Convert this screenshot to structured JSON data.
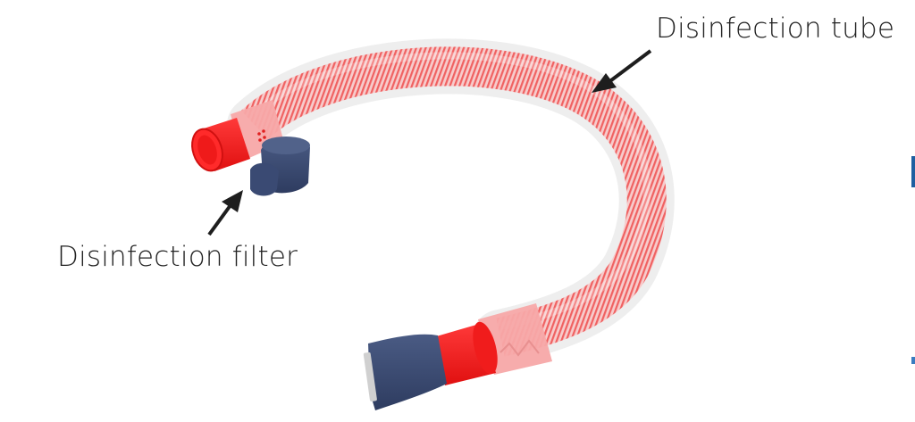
{
  "labels": {
    "tube": "Disinfection tube",
    "filter": "Disinfection filter"
  },
  "colors": {
    "tube_red": "#f2423f",
    "tube_pink": "#f7a3a3",
    "connector_red": "#f01c1c",
    "connector_navy": "#35466e",
    "arrow": "#1e1e1e",
    "label_text": "#222222",
    "edge_blue": "#1f5fa0",
    "background": "#ffffff"
  },
  "callouts": [
    {
      "id": "tube-arrow",
      "points_to": "Disinfection tube"
    },
    {
      "id": "filter-arrow",
      "points_to": "Disinfection filter"
    }
  ]
}
